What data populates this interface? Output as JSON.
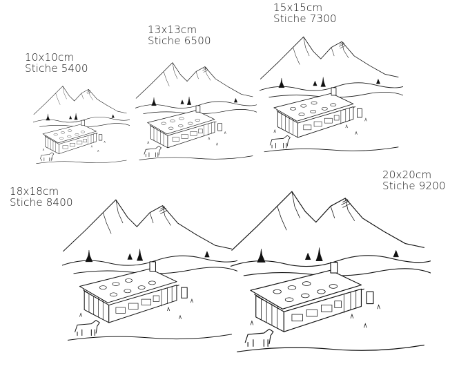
{
  "designs": [
    {
      "size": "10x10cm",
      "stitches": "Stiche  5400"
    },
    {
      "size": "13x13cm",
      "stitches": "Stiche  6500"
    },
    {
      "size": "15x15cm",
      "stitches": "Stiche  7300"
    },
    {
      "size": "18x18cm",
      "stitches": "Stiche  8400"
    },
    {
      "size": "20x20cm",
      "stitches": "Stiche  9200"
    }
  ]
}
